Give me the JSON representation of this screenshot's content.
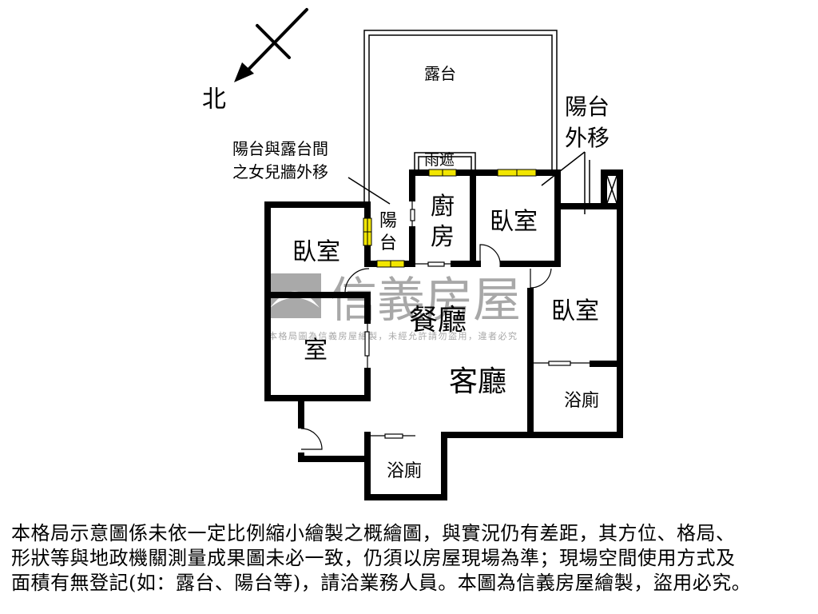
{
  "compass": {
    "north_label": "北",
    "icon": "north-arrow-icon"
  },
  "annotations": {
    "parapet_move": [
      "陽台與露台間",
      "之女兒牆外移"
    ],
    "balcony_move": [
      "陽台",
      "外移"
    ]
  },
  "rooms": {
    "terrace": "露台",
    "canopy": "雨遮",
    "balcony": [
      "陽",
      "台"
    ],
    "kitchen": [
      "廚",
      "房"
    ],
    "bedroom_north": "臥室",
    "bedroom_west": "臥室",
    "room_southwest": "室",
    "bedroom_east": "臥室",
    "dining": "餐廳",
    "living": "客廳",
    "bath_east": "浴廁",
    "bath_south": "浴廁"
  },
  "watermark": {
    "brand": "信義房屋",
    "notice": "本格局圖為信義房屋繪製，未經允許請勿盜用，違者必究"
  },
  "colors": {
    "wall": "#000000",
    "window_fill": "#f2e600",
    "watermark": "#9a9a9a"
  },
  "disclaimer": {
    "lines": [
      "本格局示意圖係未依一定比例縮小繪製之概繪圖，與實況仍有差距，其方位、格局、",
      "形狀等與地政機關測量成果圖未必一致，仍須以房屋現場為準；現場空間使用方式及",
      "面積有無登記(如：露台、陽台等)，請洽業務人員。本圖為信義房屋繪製，盜用必究。"
    ]
  }
}
